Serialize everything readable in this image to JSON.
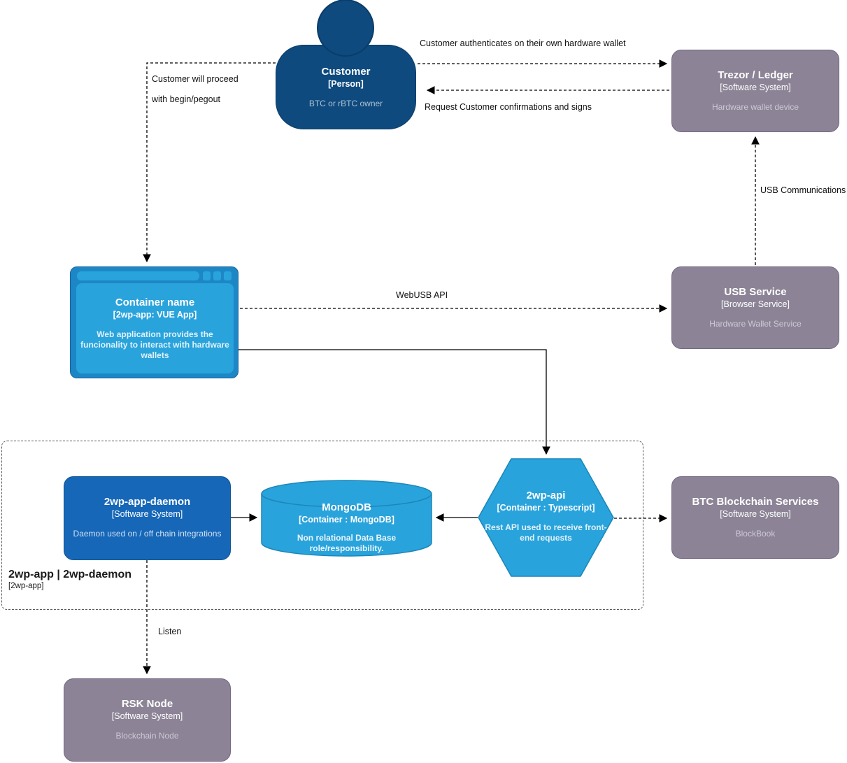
{
  "diagram": {
    "kind": "C4 container diagram",
    "colors": {
      "person_fill": "#0e4a7e",
      "container_blue": "#1667b8",
      "light_blue": "#29a3dc",
      "browser_frame": "#1d87c6",
      "external_gray": "#8c8496",
      "line_black": "#000000"
    }
  },
  "nodes": {
    "customer": {
      "title": "Customer",
      "type": "[Person]",
      "desc": "BTC or rBTC owner"
    },
    "trezor": {
      "title": "Trezor / Ledger",
      "type": "[Software System]",
      "desc": "Hardware wallet device"
    },
    "webapp": {
      "title": "Container name",
      "type": "[2wp-app: VUE App]",
      "desc": "Web application provides the funcionality to interact with hardware wallets"
    },
    "usb": {
      "title": "USB Service",
      "type": "[Browser Service]",
      "desc": "Hardware Wallet Service"
    },
    "daemon": {
      "title": "2wp-app-daemon",
      "type": "[Software System]",
      "desc": "Daemon used on / off chain integrations"
    },
    "mongo": {
      "title": "MongoDB",
      "type": "[Container : MongoDB]",
      "desc": "Non relational Data Base role/responsibility."
    },
    "api": {
      "title": "2wp-api",
      "type": "[Container : Typescript]",
      "desc": "Rest API used to receive front-end requests"
    },
    "btc": {
      "title": "BTC Blockchain Services",
      "type": "[Software System]",
      "desc": "BlockBook"
    },
    "rsk": {
      "title": "RSK Node",
      "type": "[Software System]",
      "desc": "Blockchain Node"
    },
    "boundary": {
      "title": "2wp-app | 2wp-daemon",
      "type": "[2wp-app]"
    }
  },
  "edges": {
    "auth": "Customer authenticates on their own hardware wallet",
    "confirm": "Request Customer confirmations and signs",
    "proceed_line1": "Customer will proceed",
    "proceed_line2": "with begin/pegout",
    "usb_comm": "USB Communications",
    "webusb": "WebUSB API",
    "listen": "Listen"
  }
}
